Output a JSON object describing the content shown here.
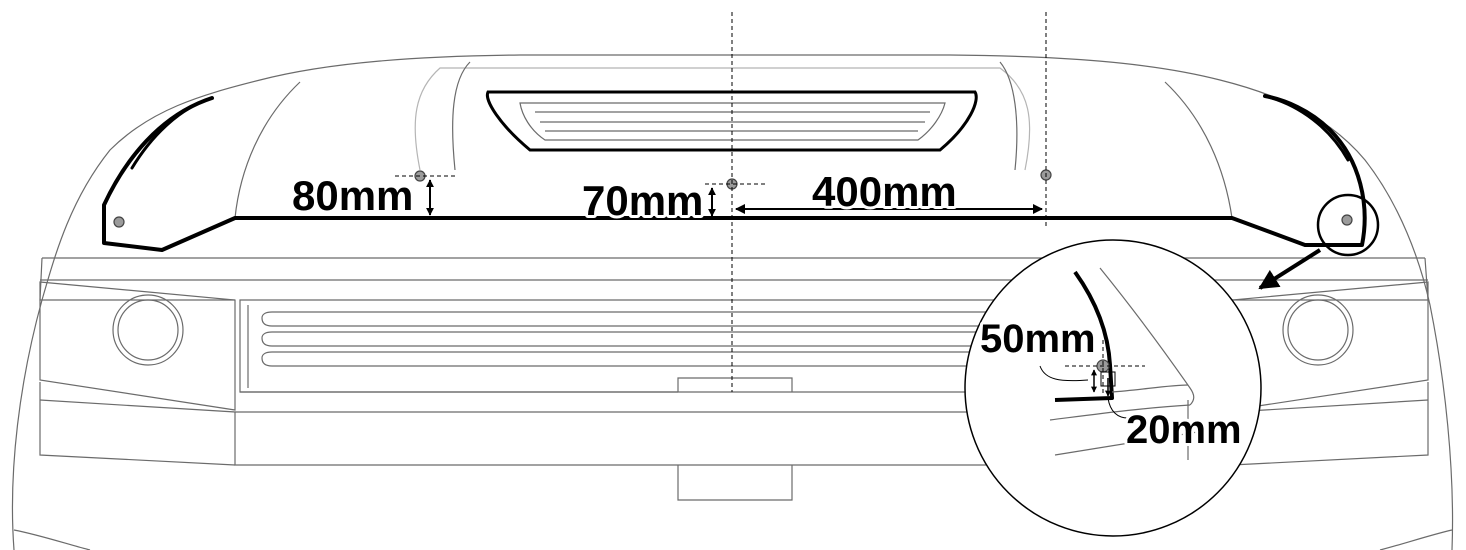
{
  "diagram": {
    "labels": {
      "left_height": "80mm",
      "center_height": "70mm",
      "center_width": "400mm",
      "detail_height": "50mm",
      "detail_offset": "20mm"
    },
    "colors": {
      "outline": "#6b6b6b",
      "deflector": "#000000",
      "mount_point": "#9b9b9b"
    }
  }
}
